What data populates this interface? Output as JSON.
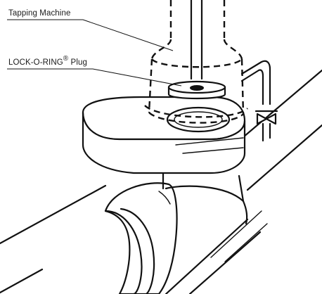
{
  "callouts": {
    "tapping_machine": "Tapping Machine",
    "lock_o_ring_plug": "LOCK-O-RING",
    "lock_o_ring_mark": "®",
    "lock_o_ring_suffix": " Plug"
  },
  "diagram_parts": [
    "tapping-machine",
    "lock-o-ring-plug",
    "fitting",
    "pipe",
    "bypass-line",
    "valve"
  ]
}
